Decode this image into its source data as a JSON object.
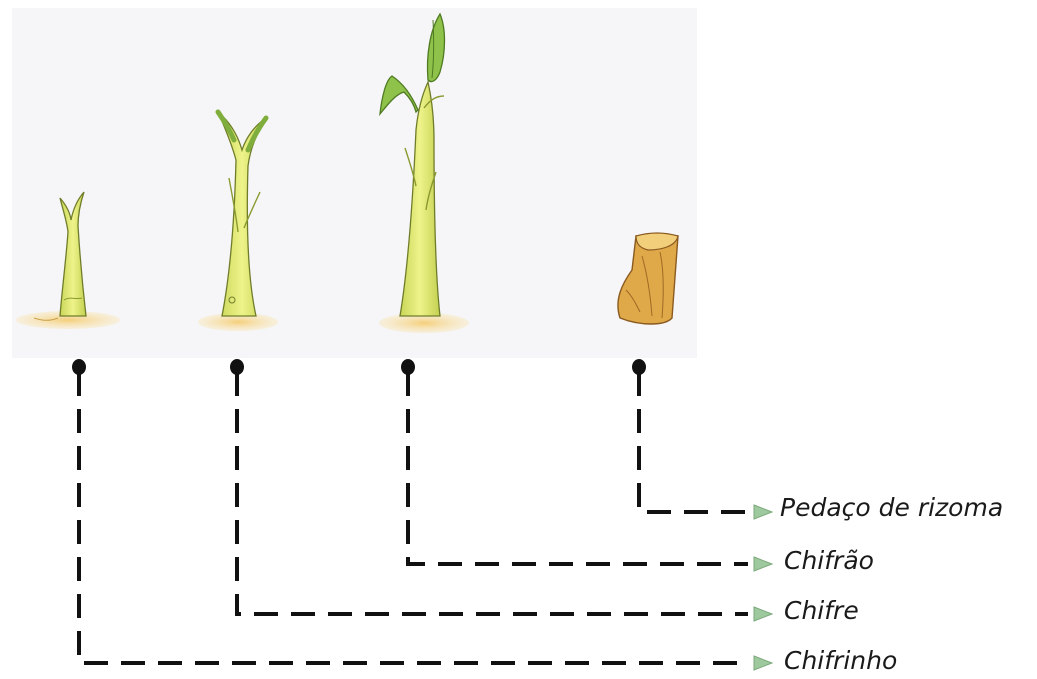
{
  "labels": {
    "pedaco": "Pedaço de rizoma",
    "chifrao": "Chifrão",
    "chifre": "Chifre",
    "chifrinho": "Chifrinho"
  },
  "colors": {
    "stem_light": "#e6ec7a",
    "stem_dark": "#b8c94a",
    "leaf": "#9cc84a",
    "leaf_dark": "#6e9a32",
    "soil": "#f1c66b",
    "soil_dark": "#d9a03c",
    "rhizome": "#d9a040",
    "rhizome_dark": "#a7702a",
    "line": "#111111",
    "arrow": "#8fc08f",
    "panel": "#f5f5f7"
  }
}
